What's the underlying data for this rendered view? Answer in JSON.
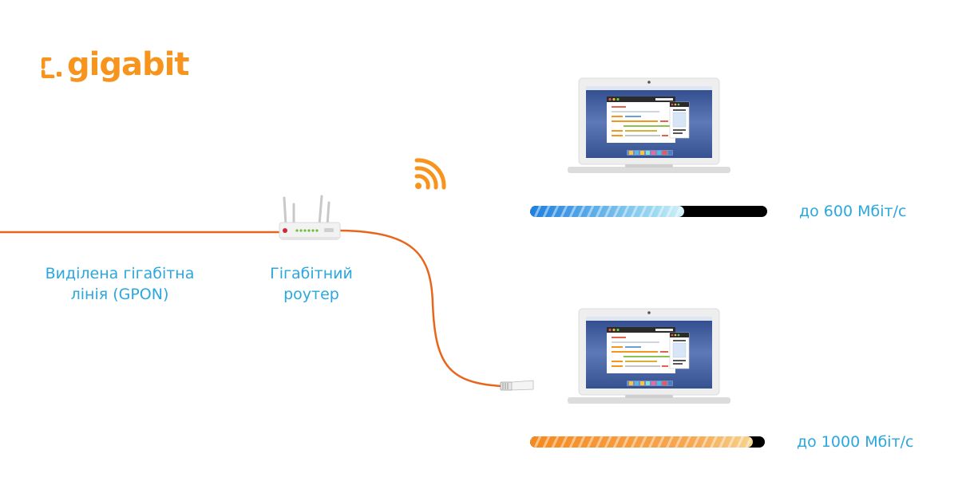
{
  "brand": {
    "name": "gigabit",
    "color": "#f7941d"
  },
  "colors": {
    "label": "#2aa7de",
    "speed": "#2aa7de",
    "cable": "#e8661c",
    "wifi": "#f7941d"
  },
  "labels": {
    "line_1": "Виділена гігабітна",
    "line_2": "лінія (GPON)",
    "router_1": "Гігабітний",
    "router_2": "роутер"
  },
  "devices": [
    {
      "speed_label": "до 600 Мбіт/с",
      "speed_fraction": 0.65
    },
    {
      "speed_label": "до 1000 Мбіт/с",
      "speed_fraction": 0.95
    }
  ],
  "icons": {
    "logo": "gigabit-logo-icon",
    "router": "router-icon",
    "wifi": "wifi-icon",
    "laptop": "laptop-icon",
    "connector": "ethernet-connector-icon"
  }
}
